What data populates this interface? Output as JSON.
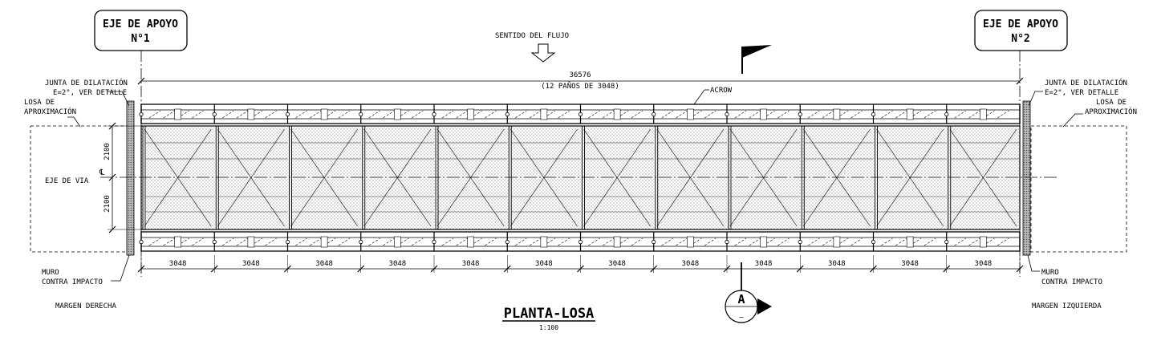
{
  "support_left": {
    "line1": "EJE DE APOYO",
    "line2": "N°1"
  },
  "support_right": {
    "line1": "EJE DE APOYO",
    "line2": "N°2"
  },
  "flow_label": "SENTIDO DEL FLUJO",
  "total_span": {
    "value": "36576",
    "note": "(12 PAÑOS DE 3048)"
  },
  "acrow_label": "ACROW",
  "left_notes": {
    "joint_line1": "JUNTA DE DILATACIÓN",
    "joint_line2": "E=2\", VER DETALLE",
    "slab_line1": "LOSA DE",
    "slab_line2": "APROXIMACIÓN",
    "axis": "EJE DE VIA",
    "wall_line1": "MURO",
    "wall_line2": "CONTRA IMPACTO",
    "margin": "MARGEN DERECHA"
  },
  "right_notes": {
    "joint_line1": "JUNTA DE DILATACIÓN",
    "joint_line2": "E=2\", VER DETALLE",
    "slab_line1": "LOSA DE",
    "slab_line2": "APROXIMACIÓN",
    "wall_line1": "MURO",
    "wall_line2": "CONTRA IMPACTO",
    "margin": "MARGEN IZQUIERDA"
  },
  "half_width_top": "2100",
  "half_width_bottom": "2100",
  "bay_labels": [
    "3048",
    "3048",
    "3048",
    "3048",
    "3048",
    "3048",
    "3048",
    "3048",
    "3048",
    "3048",
    "3048",
    "3048"
  ],
  "section_marker": {
    "letter": "A",
    "sheet": "–"
  },
  "title": {
    "main": "PLANTA-LOSA",
    "scale": "1:100"
  }
}
